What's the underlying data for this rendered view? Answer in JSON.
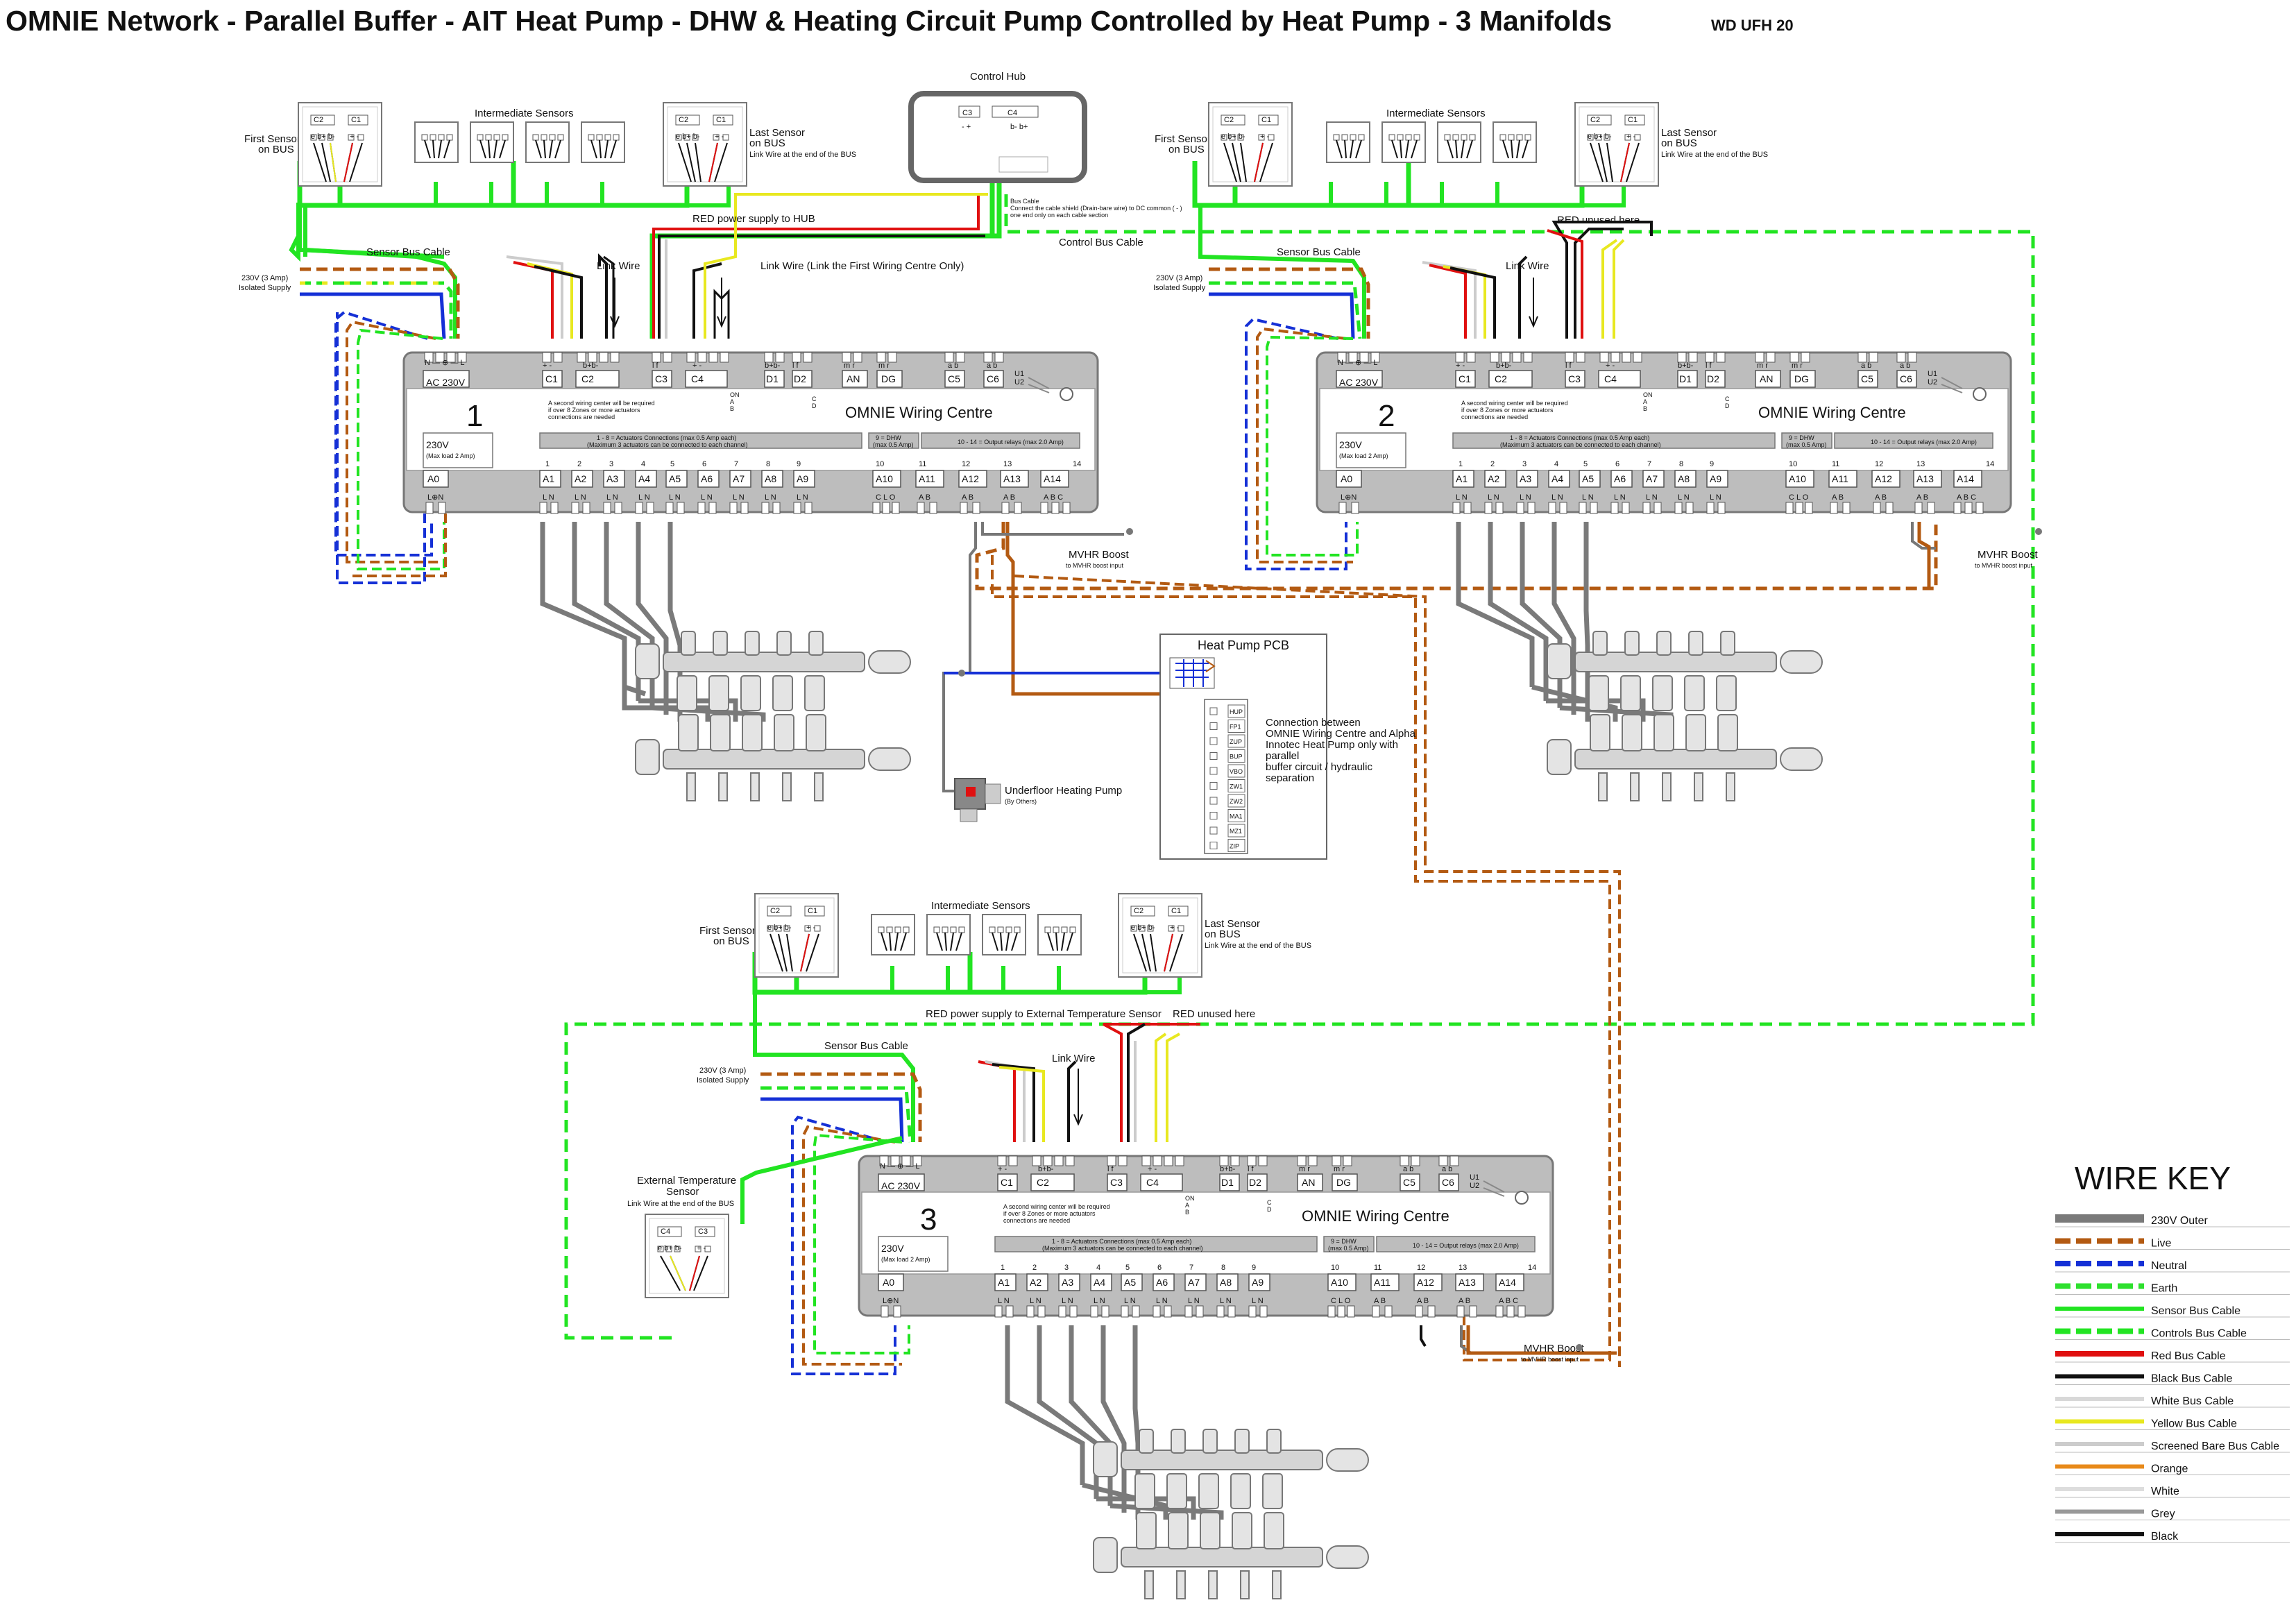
{
  "title": "OMNIE Network - Parallel Buffer - AIT Heat Pump - DHW & Heating Circuit Pump Controlled by Heat Pump - 3 Manifolds",
  "drawing_ref": "WD UFH 20",
  "control_hub": {
    "title": "Control Hub",
    "c3": "C3",
    "c4": "C4",
    "c3_pins": "-  +",
    "c4_pins": "b-  b+",
    "bus_cable_title": "Bus Cable",
    "bus_cable_note1": "Connect the cable shield (Drain-bare wire) to DC common ( - )",
    "bus_cable_note2": "one end only on each cable section"
  },
  "sensors": {
    "first": "First Sensor",
    "on_bus": "on BUS",
    "intermediate": "Intermediate Sensors",
    "last": "Last Sensor",
    "link_end": "Link Wire at the end of the BUS",
    "c2": "C2",
    "c1": "C1",
    "pins_c2": "e b+ b-",
    "pins_c1": "+  -"
  },
  "external_sensor": {
    "line1": "External Temperature",
    "line2": "Sensor",
    "note": "Link Wire at the end of the BUS",
    "c4": "C4",
    "c3": "C3",
    "pins_c4": "e b+ b-",
    "pins_c3": "+  -"
  },
  "labels": {
    "sensor_bus_cable": "Sensor Bus Cable",
    "supply_line1": "230V (3 Amp)",
    "supply_line2": "Isolated Supply",
    "link_wire": "Link Wire",
    "link_first": "Link Wire (Link the First Wiring Centre Only)",
    "red_hub": "RED power supply to HUB",
    "control_bus_cable": "Control Bus Cable",
    "red_unused": "RED unused here",
    "red_ext": "RED power supply to External Temperature Sensor",
    "mvhr": "MVHR Boost",
    "mvhr_sub": "to MVHR boost input"
  },
  "wiring_centre": {
    "name": "OMNIE Wiring Centre",
    "ac": "AC 230V",
    "top_terms": [
      "C1",
      "C2",
      "C3",
      "C4",
      "D1",
      "D2",
      "AN",
      "DG",
      "C5",
      "C6"
    ],
    "top_pins": [
      "+ -",
      "b+b-",
      "l  f",
      "+ -",
      "b+b-",
      "l  f",
      "m r",
      "m r",
      "a b",
      "a b"
    ],
    "u1u2": "U1\nU2",
    "note1": "A second wiring center will be required",
    "note2": "if over 8 Zones or more actuators",
    "note3": "connections are needed",
    "on_ab": "ON\nA\nB",
    "c_d": "C\nD",
    "v230": "230V",
    "maxload": "(Max load 2 Amp)",
    "act_hdr1": "1 - 8 = Actuators Connections (max 0.5 Amp each)",
    "act_hdr2": "(Maximum 3 actuators can be connected to each channel)",
    "dhw_hdr1": "9 = DHW",
    "dhw_hdr2": "(max 0.5 Amp)",
    "relay_hdr": "10 - 14 = Output relays (max 2.0 Amp)",
    "nums": [
      "1",
      "2",
      "3",
      "4",
      "5",
      "6",
      "7",
      "8",
      "9",
      "10",
      "11",
      "12",
      "13",
      "14"
    ],
    "bottom_terms": [
      "A0",
      "A1",
      "A2",
      "A3",
      "A4",
      "A5",
      "A6",
      "A7",
      "A8",
      "A9",
      "A10",
      "A11",
      "A12",
      "A13",
      "A14"
    ],
    "bottom_pins": [
      "L⊕N",
      "L N",
      "L N",
      "L N",
      "L N",
      "L N",
      "L N",
      "L N",
      "L N",
      "L N",
      "C L O",
      "A B",
      "A B",
      "A B",
      "A B C"
    ],
    "supply_pins": "N — ⊕ — L"
  },
  "centres": [
    "1",
    "2",
    "3"
  ],
  "heat_pump": {
    "title": "Heat Pump PCB",
    "terms": [
      "HUP",
      "FP1",
      "ZUP",
      "BUP",
      "VBO",
      "ZW1",
      "ZW2",
      "MA1",
      "MZ1",
      "ZIP"
    ],
    "note1": "Connection between",
    "note2": "OMNIE Wiring Centre and Alpha",
    "note3": "Innotec Heat Pump only with",
    "note4": "parallel",
    "note5": "buffer circuit / hydraulic",
    "note6": "separation"
  },
  "ufh_pump": {
    "label": "Underfloor Heating Pump",
    "sub": "(By Others)"
  },
  "wire_key": {
    "title": "WIRE KEY",
    "items": [
      {
        "label": "230V Outer",
        "color": "#7a7a7a"
      },
      {
        "label": "Live",
        "color": "#b35a12"
      },
      {
        "label": "Neutral",
        "color": "#1530d6"
      },
      {
        "label": "Earth",
        "color": "#2ee02e"
      },
      {
        "label": "Sensor Bus Cable",
        "color": "#22e422"
      },
      {
        "label": "Controls Bus Cable",
        "color": "#22e422"
      },
      {
        "label": "Red Bus Cable",
        "color": "#e01010"
      },
      {
        "label": "Black Bus Cable",
        "color": "#111111"
      },
      {
        "label": "White Bus Cable",
        "color": "#d8d8d8"
      },
      {
        "label": "Yellow Bus Cable",
        "color": "#e8e820"
      },
      {
        "label": "Screened Bare Bus Cable",
        "color": "#cccccc"
      },
      {
        "label": "Orange",
        "color": "#e88a1a"
      },
      {
        "label": "White",
        "color": "#dddddd"
      },
      {
        "label": "Grey",
        "color": "#999999"
      },
      {
        "label": "Black",
        "color": "#111111"
      }
    ]
  }
}
